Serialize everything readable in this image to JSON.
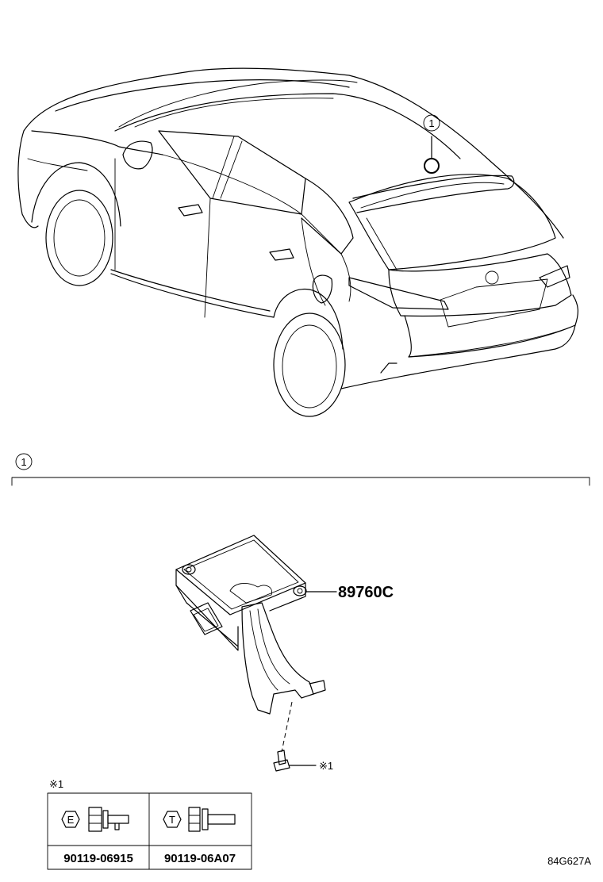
{
  "diagram": {
    "callout_number": "1",
    "section_number": "1",
    "part_number_label": "89760C",
    "fastener_note_ref": "※1",
    "fastener_table": {
      "title": "※1",
      "columns": [
        {
          "badge": "E",
          "part_number": "90119-06915"
        },
        {
          "badge": "T",
          "part_number": "90119-06A07"
        }
      ]
    },
    "drawing_code": "84G627A"
  }
}
